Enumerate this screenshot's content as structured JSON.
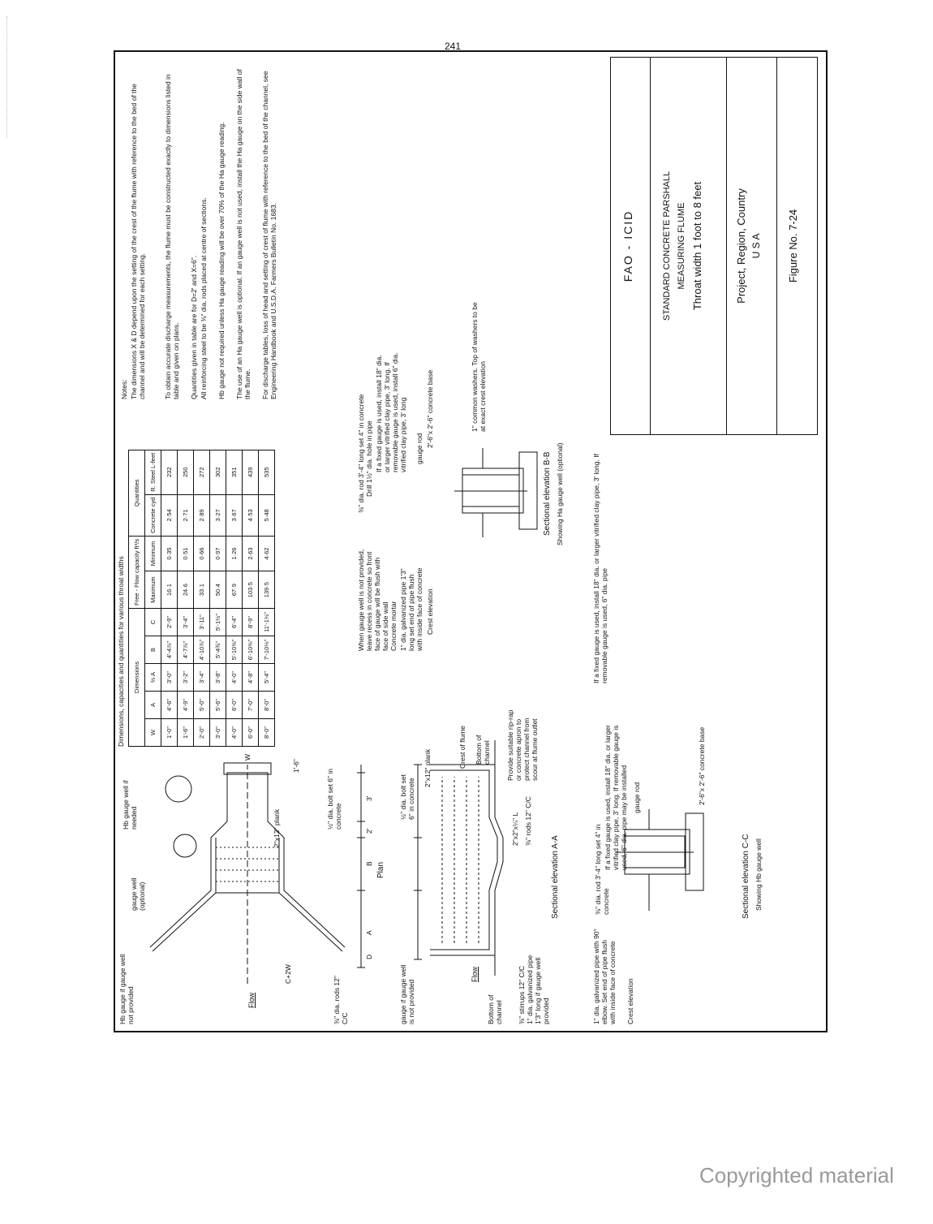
{
  "page_number": "241",
  "copyright": "Copyrighted material",
  "table": {
    "title": "Dimensions, capacities and quantities for various throat widths",
    "group_headers": [
      "Dimensions",
      "Free - Flow capacity ft³/s",
      "Quantities"
    ],
    "columns": [
      "W",
      "A",
      "⅔ A",
      "B",
      "C",
      "Maximum",
      "Minimum",
      "Concrete cyd",
      "R. Steel L-feet"
    ],
    "rows": [
      [
        "1'-0\"",
        "4'-6\"",
        "3'-0\"",
        "4'-4⅞\"",
        "2'-9\"",
        "16·1",
        "0·35",
        "2·54",
        "232"
      ],
      [
        "1'-6\"",
        "4'-9\"",
        "3'-2\"",
        "4'-7⅞\"",
        "3'-4\"",
        "24·6",
        "0·51",
        "2·71",
        "250"
      ],
      [
        "2'-0\"",
        "5'-0\"",
        "3'-4\"",
        "4'-10⅞\"",
        "3'-11\"",
        "33·1",
        "0·66",
        "2·89",
        "272"
      ],
      [
        "3'-0\"",
        "5'-6\"",
        "3'-8\"",
        "5'-4¾\"",
        "5'-1½\"",
        "50·4",
        "0·97",
        "3·27",
        "302"
      ],
      [
        "4'-0\"",
        "6'-0\"",
        "4'-0\"",
        "5'-10⅝\"",
        "6'-4\"",
        "67·9",
        "1·26",
        "3·67",
        "351"
      ],
      [
        "6'-0\"",
        "7'-0\"",
        "4'-8\"",
        "6'-10⅜\"",
        "8'-9\"",
        "103·5",
        "2·63",
        "4·53",
        "439"
      ],
      [
        "8'-0\"",
        "8'-0\"",
        "5'-4\"",
        "7'-10⅛\"",
        "11'-1½\"",
        "139·5",
        "4·62",
        "5·48",
        "535"
      ]
    ]
  },
  "notes": {
    "heading": "Notes:",
    "items": [
      "The dimensions X & D depend upon the setting of the crest of the flume with reference to the bed of the channel and will be determined for each setting.",
      "To obtain accurate discharge measurements, the flume must be constructed exactly to dimensions listed in table and given on plans.",
      "Quantities given in table are for D=2' and X=6\".",
      "All reinforcing steel to be ⅜\" dia. rods placed at centre of sections.",
      "Hb gauge not required unless Ha gauge reading will be over 70% of the Ha gauge reading.",
      "The use of an Ha gauge well is optional. If an gauge well is not used, install the Ha gauge on the side wall of the flume.",
      "For discharge tables, loss of head and setting of crest of flume with reference to the bed of the channel, see Engineering Handbook and U.S.D.A. Farmers Bulletin No. 1683."
    ]
  },
  "plan": {
    "caption": "Plan",
    "labels": {
      "hb_gauge": "Hb gauge if gauge well not provided",
      "gauge_well_optional": "gauge well (optional)",
      "hb_gauge_well": "Hb gauge well if needed",
      "flow": "Flow",
      "plank": "2\"x12\" plank",
      "bolt": "½\" dia. bolt set 6\" in concrete",
      "rods": "⅜\" dia. rods 12\" C/C",
      "c2w": "C+2W",
      "dim_a": "A",
      "dim_b": "B",
      "dim_two": "2'",
      "dim_three": "3'",
      "dim_d": "D",
      "dim_side": "1'-6\"",
      "dim_w": "W"
    }
  },
  "section_aa": {
    "caption": "Sectional elevation A-A",
    "labels": {
      "gauge_not_provided": "gauge if gauge well is not provided",
      "bottom_channel_left": "Bottom of channel",
      "flow": "Flow",
      "stirrups": "⅜\" stirrups 12\" C/C",
      "pipe": "1\" dia. galvanized pipe 1'3\" long if gauge well provided",
      "bolt": "½\" dia. bolt set 6\" in concrete",
      "plank": "2\"x12\" plank",
      "crest": "Crest of flume",
      "bottom_channel_right": "Bottom of channel",
      "riprap": "Provide suitable rip-rap or concrete apron to protect channel from scour at flume outlet",
      "angle": "2\"x2\"x¼\" L",
      "rods": "⅜\" rods 12\" C/C"
    }
  },
  "section_bb": {
    "caption": "Sectional elevation B-B",
    "sub_caption": "Showing Ha gauge well (optional)",
    "labels": {
      "no_well": "When gauge well is not provided, leave recess in concrete so front face of gauge will be flush with face of side wall",
      "mortar": "Concrete mortar",
      "pipe": "1\" dia. galvanized pipe 1'3\" long set end of pipe flush with inside face of concrete",
      "crest": "Crest elevation",
      "rod": "⅜\" dia. rod 3'-4\" long set 4\" in concrete",
      "drill": "Drill 1½\" dia. hole in pipe",
      "fixed_gauge": "If a fixed gauge is used, install 18\" dia. or larger vitrified clay pipe, 3' long. If removable gauge is used, install 6\" dia. vitrified clay pipe, 3' long",
      "gauge_rod": "gauge rod",
      "base": "2'-6\"x 2'-6\" concrete base",
      "washers": "1\" common washers. Top of washers to be at exact crest elevation"
    }
  },
  "section_cc": {
    "caption": "Sectional elevation C-C",
    "sub_caption": "Showing Hb gauge well",
    "labels": {
      "pipe": "1\" dia. galvanized pipe with 90° elbow. Set end of pipe flush with inside face of concrete",
      "crest": "Crest elevation",
      "rod": "⅜\" dia. rod 3'-4\" long set 4\" in concrete",
      "fixed_gauge": "If a fixed gauge is used, install 18\" dia. or larger vitrified clay pipe, 3' long. If removable gauge is used, 6\" dia. pipe may be installed",
      "gauge_rod": "gauge rod",
      "base": "2'-6\"x 2'-6\" concrete base",
      "note": "If a fixed gauge is used, install 18\" dia. or larger vitrified clay pipe, 3' long. If removable gauge is used, 6\" dia. pipe"
    }
  },
  "title_block": {
    "org": "FAO - ICID",
    "line1": "STANDARD CONCRETE PARSHALL",
    "line2": "MEASURING FLUME",
    "line3": "Throat width 1 foot to 8 feet",
    "project": "Project, Region, Country",
    "country": "U S A",
    "figure": "Figure No. 7-24"
  }
}
